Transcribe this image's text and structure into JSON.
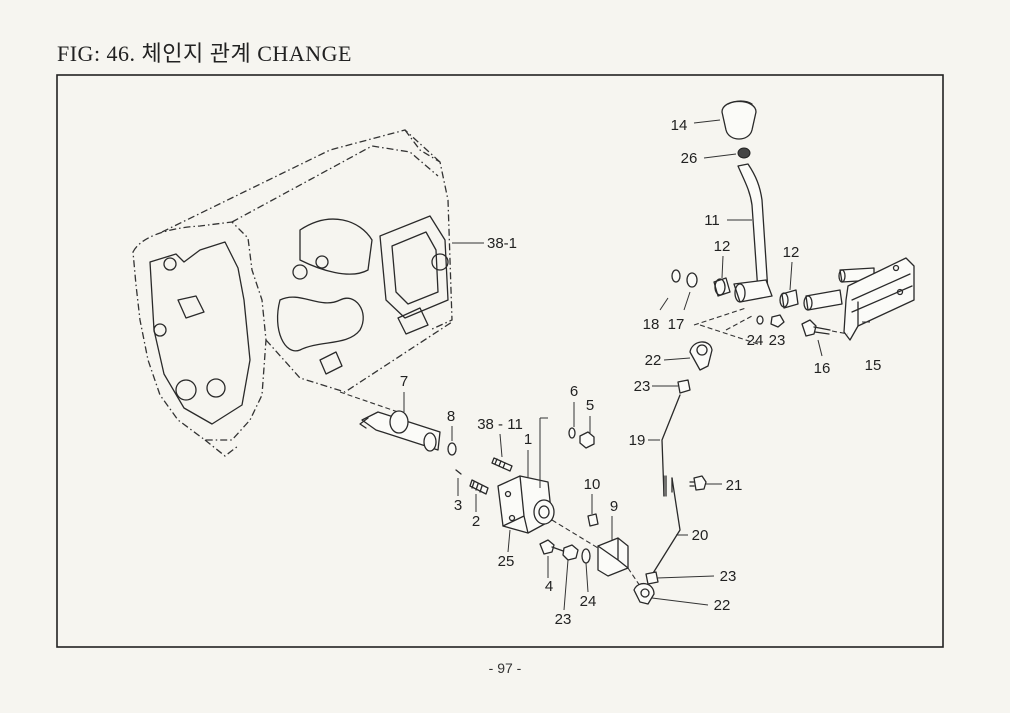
{
  "header": {
    "title": "FIG: 46. 체인지 관계 CHANGE"
  },
  "callouts": [
    "14",
    "26",
    "11",
    "12",
    "12",
    "38-1",
    "18",
    "17",
    "24",
    "23",
    "16",
    "15",
    "22",
    "23",
    "19",
    "21",
    "7",
    "8",
    "38 - 11",
    "1",
    "6",
    "5",
    "3",
    "2",
    "10",
    "9",
    "25",
    "4",
    "23",
    "24",
    "20",
    "23",
    "22"
  ],
  "footer": {
    "page_number": "- 97 -"
  }
}
